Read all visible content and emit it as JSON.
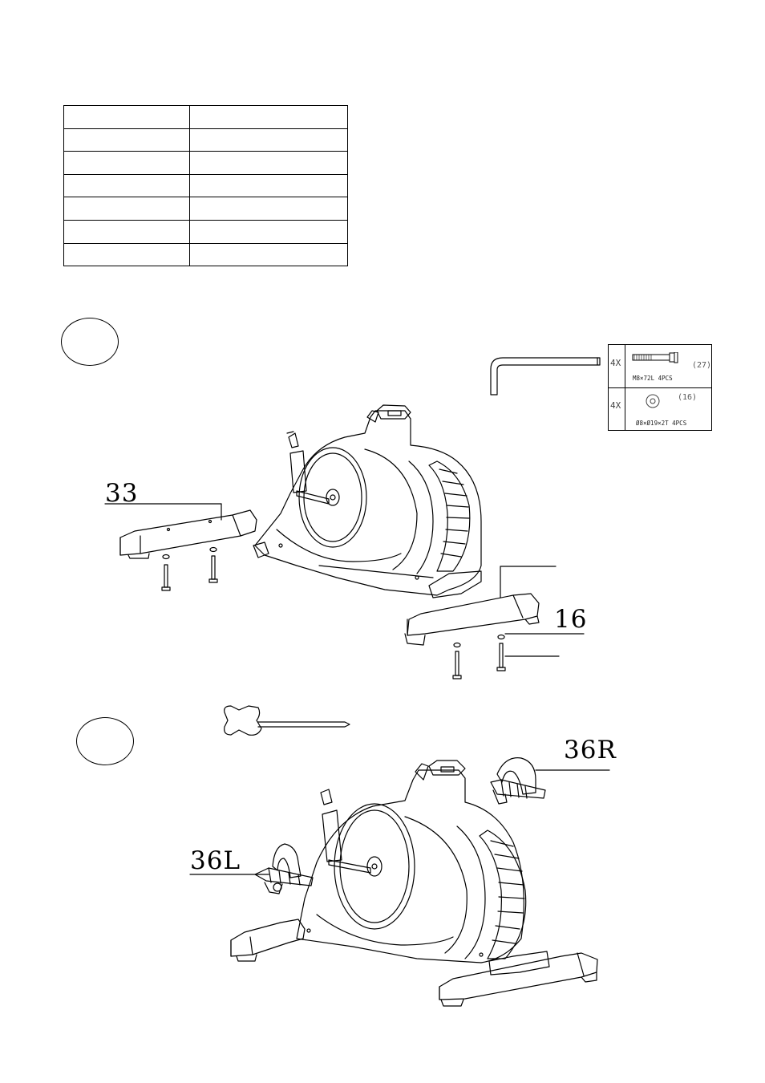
{
  "parts_table": {
    "rows": [
      [
        "",
        ""
      ],
      [
        "",
        ""
      ],
      [
        "",
        ""
      ],
      [
        "",
        ""
      ],
      [
        "",
        ""
      ],
      [
        "",
        ""
      ],
      [
        "",
        ""
      ]
    ]
  },
  "step1": {
    "hardware": [
      {
        "qty": "4X",
        "spec": "M8×72L 4PCS",
        "ref": "(27)"
      },
      {
        "qty": "4X",
        "spec": "Ø8×Ø19×2T  4PCS",
        "ref": "(16)"
      }
    ],
    "callouts": {
      "front_stabilizer": "33",
      "rear_stabilizer": "16"
    }
  },
  "step2": {
    "callouts": {
      "right_pedal": "36R",
      "left_pedal": "36L"
    }
  },
  "icons": [
    "allen-key-icon",
    "bolt-icon",
    "washer-icon",
    "wrench-icon",
    "exercise-bike-icon",
    "pedal-icon"
  ]
}
